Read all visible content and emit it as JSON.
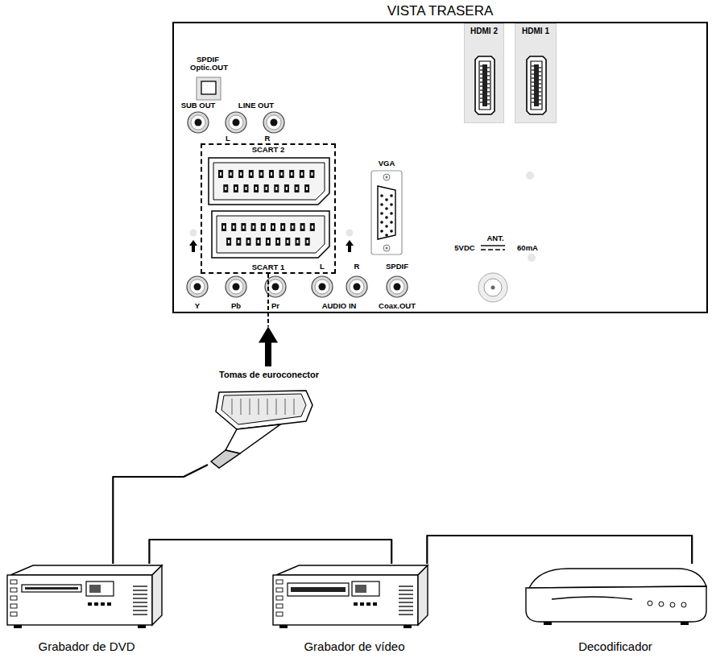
{
  "diagram": {
    "nodes": [
      {
        "text": [
          "VISTA TRASERA"
        ]
      },
      {
        "text": [
          "HDMI 2"
        ],
        "in": 0
      },
      {
        "text": [
          "HDMI 1"
        ],
        "in": 0
      },
      {
        "text": [
          "SCART 2",
          "SCART 1"
        ],
        "in": 0
      },
      {
        "text": [
          "VGA"
        ],
        "in": 0
      },
      {
        "text": [
          "Tomas de euroconector"
        ]
      },
      {
        "text": [
          "Grabador de DVD"
        ]
      },
      {
        "text": [
          "Grabador de vídeo"
        ]
      },
      {
        "text": [
          "Decodificador"
        ]
      }
    ],
    "edges": [
      {
        "from": 5,
        "to": 3,
        "arrow": "to"
      },
      {
        "from": 6,
        "to": 5,
        "arrow": "none"
      },
      {
        "from": 6,
        "to": 7,
        "arrow": "none"
      },
      {
        "from": 7,
        "to": 8,
        "arrow": "none"
      }
    ],
    "labels": [
      "SPDIF Optic.OUT",
      "SUB OUT",
      "LINE OUT",
      "L",
      "R",
      "L",
      "R",
      "SPDIF",
      "Y",
      "Pb",
      "Pr",
      "AUDIO IN",
      "Coax.OUT",
      "ANT.",
      "5VDC",
      "60mA"
    ]
  }
}
